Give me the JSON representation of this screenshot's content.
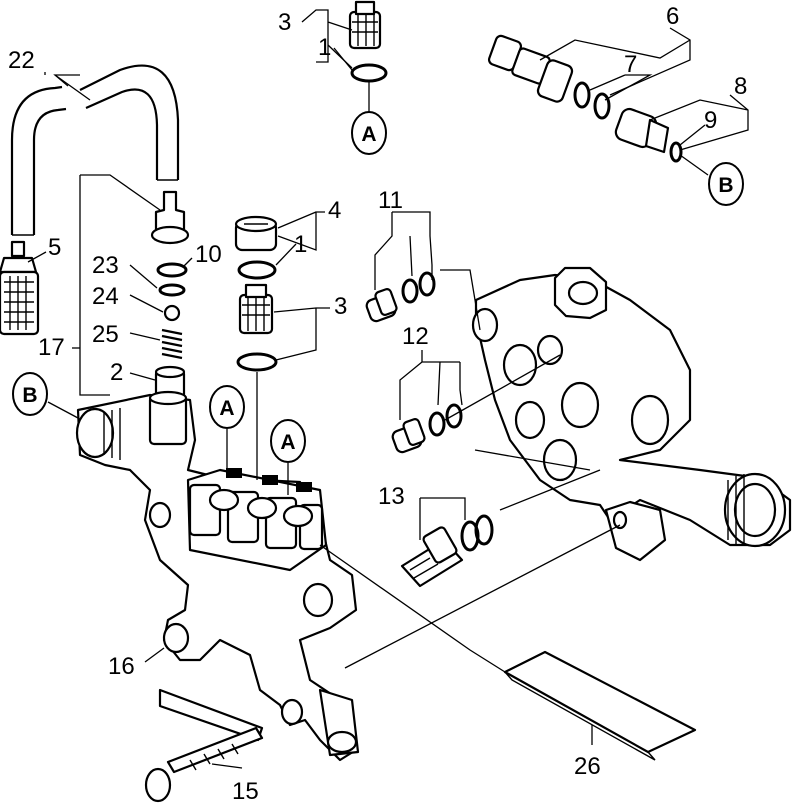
{
  "labels": {
    "n1a": "1",
    "n1b": "1",
    "n2": "2",
    "n3a": "3",
    "n3b": "3",
    "n4": "4",
    "n5": "5",
    "n6": "6",
    "n7": "7",
    "n8": "8",
    "n9": "9",
    "n10": "10",
    "n11": "11",
    "n12": "12",
    "n13": "13",
    "n15": "15",
    "n16": "16",
    "n17": "17",
    "n22": "22",
    "n23": "23",
    "n24": "24",
    "n25": "25",
    "n26": "26"
  },
  "connectors": {
    "a1": "A",
    "a2": "A",
    "a3": "A",
    "b1": "B",
    "b2": "B"
  }
}
